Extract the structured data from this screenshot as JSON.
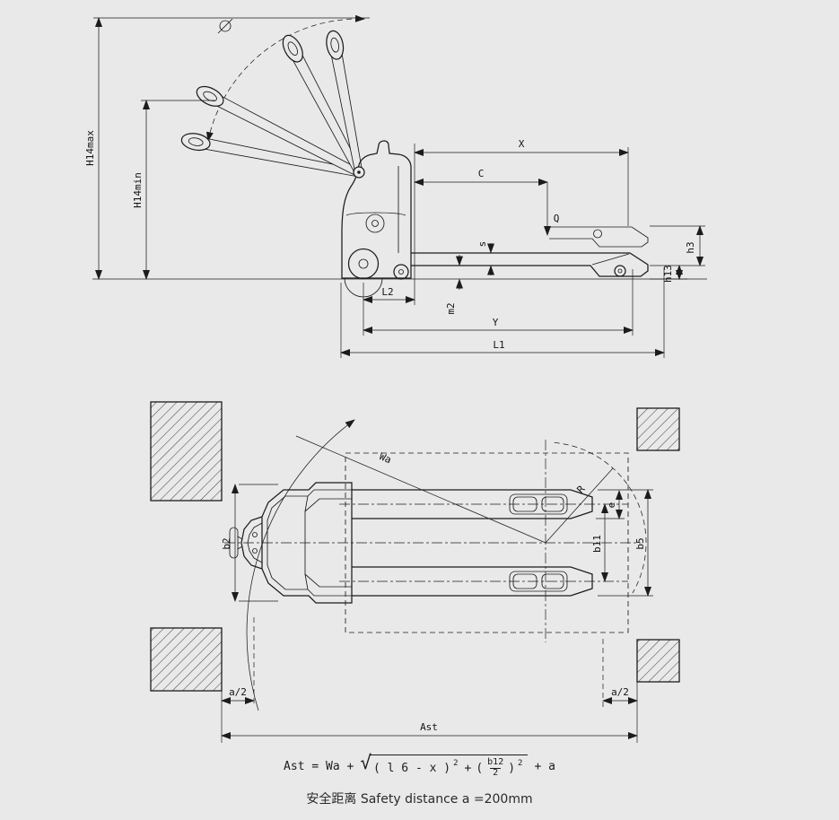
{
  "side": {
    "h14max": "H14max",
    "h14min": "H14min",
    "x": "X",
    "c": "C",
    "q": "Q",
    "s": "s",
    "h3": "h3",
    "h13": "h13",
    "l2": "L2",
    "m2": "m2",
    "y": "Y",
    "l1": "L1"
  },
  "plan": {
    "wa": "Wa",
    "r": "R",
    "b2": "b2",
    "e": "e",
    "b11": "b11",
    "b5": "b5",
    "a2l": "a/2",
    "a2r": "a/2",
    "ast": "Ast"
  },
  "formula": {
    "lhs": "Ast = Wa +",
    "sign": "√",
    "t1": "( l 6 - x )",
    "s1": "2",
    "plus": "+",
    "op": "(",
    "num": "b12",
    "den": "2",
    "cp": ")",
    "s2": "2",
    "rhs": "+ a"
  },
  "note": "安全距离 Safety distance a =200mm",
  "colors": {
    "background": "#e9e9e9",
    "line": "#1c1c1c"
  }
}
